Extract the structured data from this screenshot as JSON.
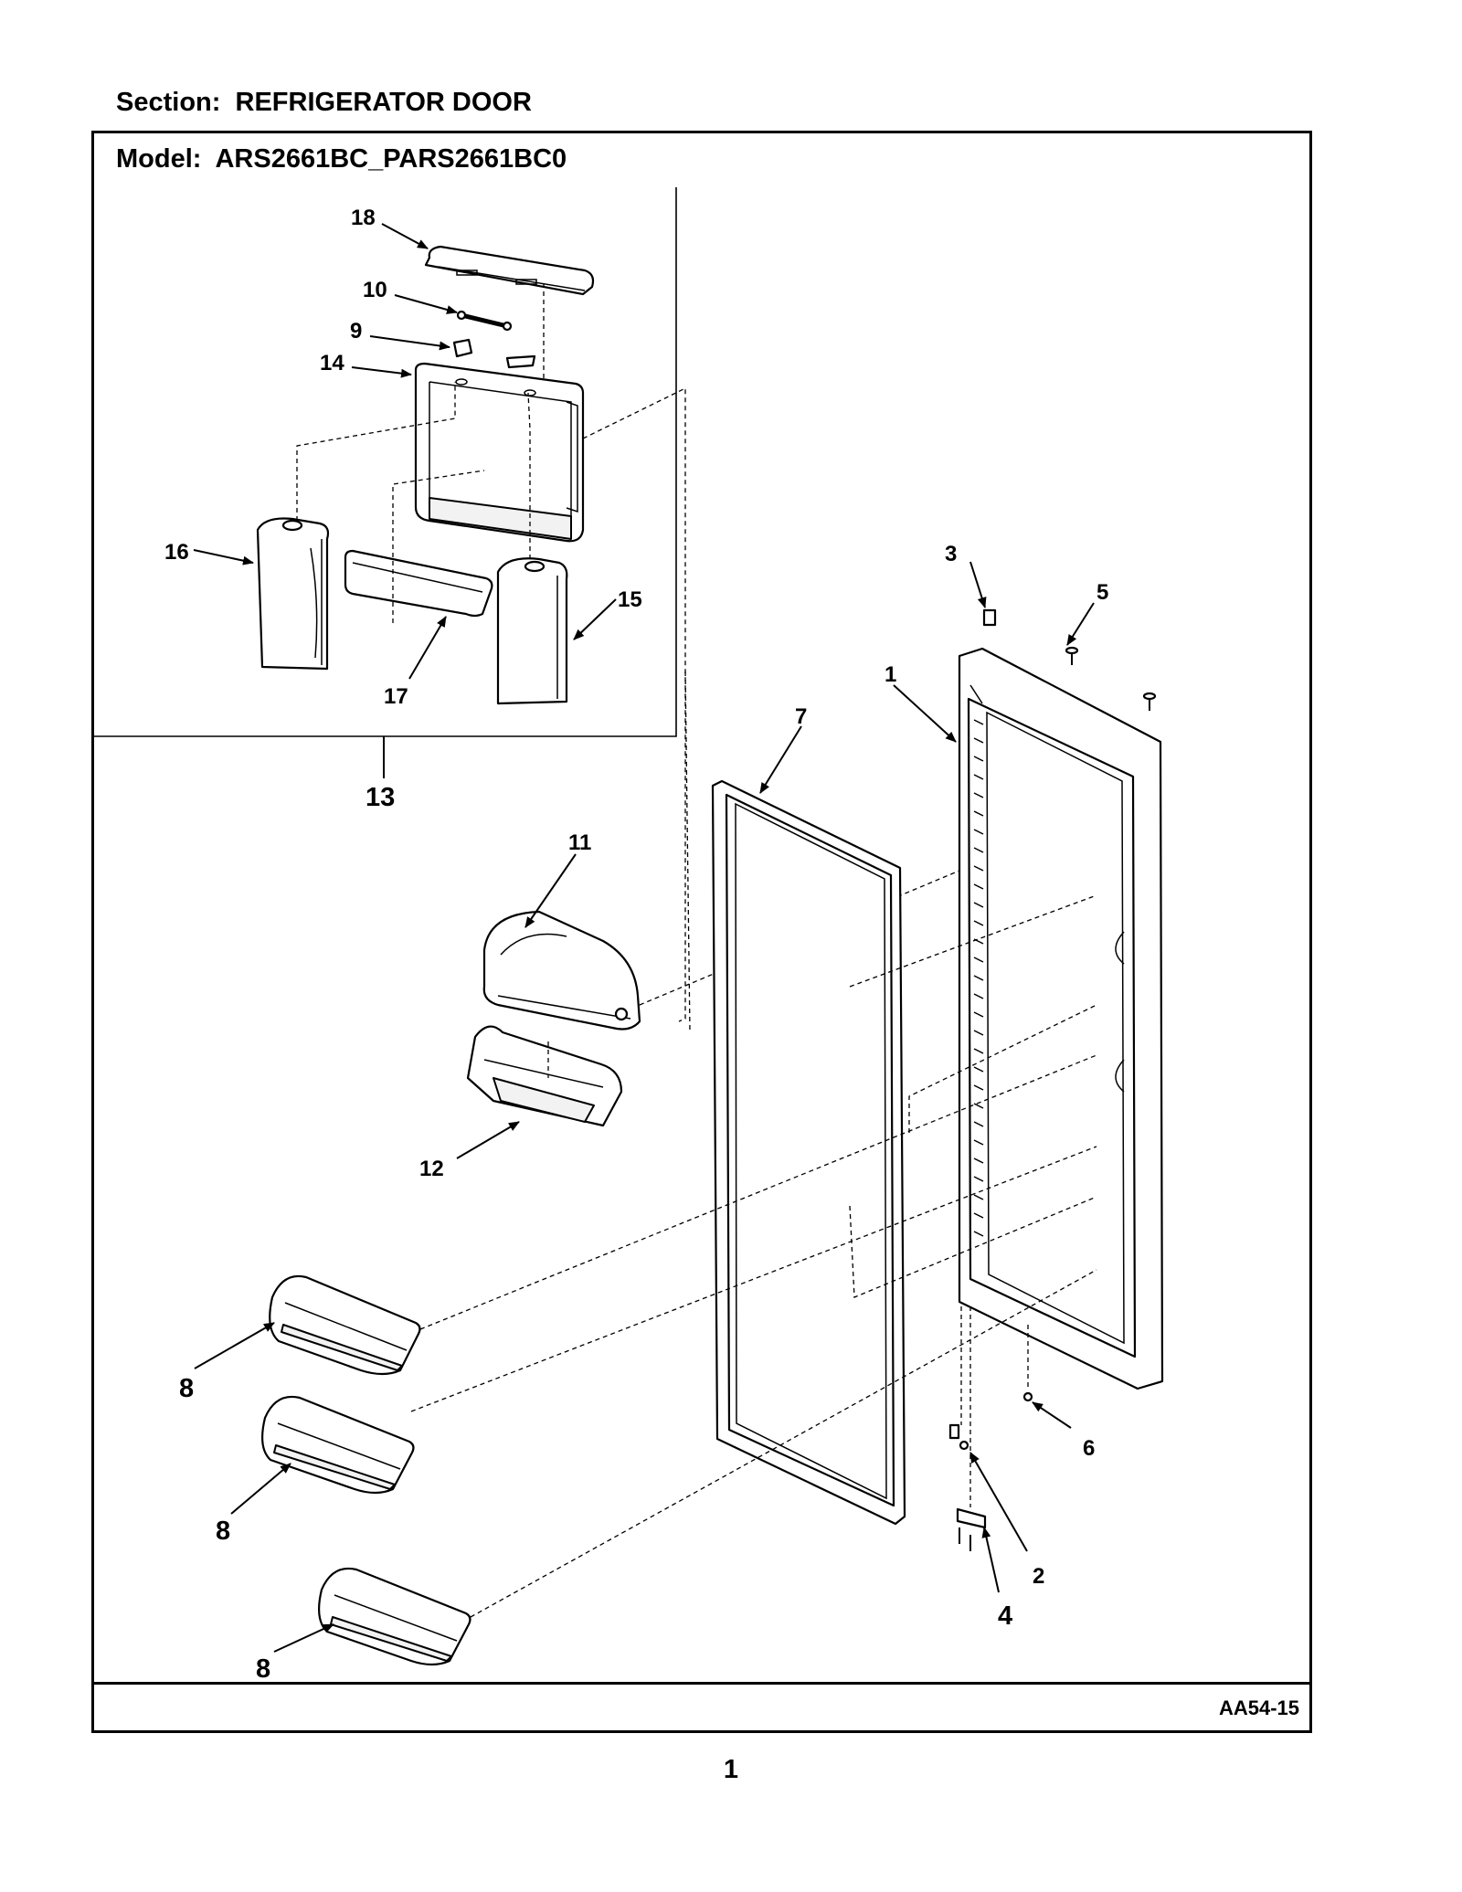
{
  "header": {
    "section": "Section:  REFRIGERATOR DOOR",
    "model": "Model:  ARS2661BC_PARS2661BC0"
  },
  "footer": {
    "diagram_code": "AA54-15",
    "page_number": "1"
  },
  "callouts": {
    "c1": "1",
    "c2": "2",
    "c3": "3",
    "c4": "4",
    "c5": "5",
    "c6": "6",
    "c7": "7",
    "c8a": "8",
    "c8b": "8",
    "c8c": "8",
    "c9": "9",
    "c10": "10",
    "c11": "11",
    "c12": "12",
    "c13": "13",
    "c14": "14",
    "c15": "15",
    "c16": "16",
    "c17": "17",
    "c18": "18"
  }
}
